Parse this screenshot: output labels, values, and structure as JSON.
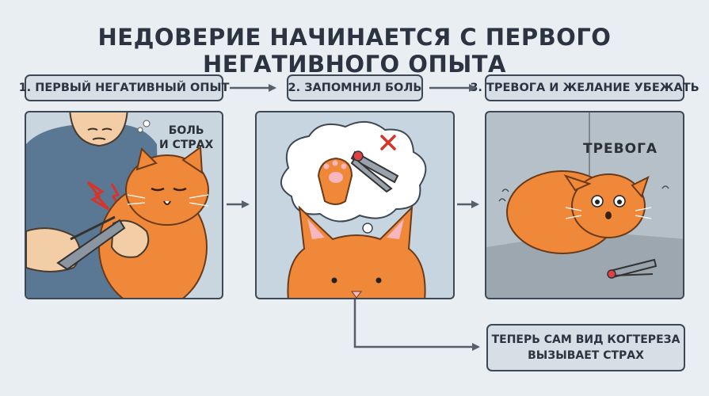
{
  "title": "НЕДОВЕРИЕ НАЧИНАЕТСЯ С ПЕРВОГО НЕГАТИВНОГО ОПЫТА",
  "steps": [
    {
      "label": "1. ПЕРВЫЙ НЕГАТИВНЫЙ ОПЫТ"
    },
    {
      "label": "2. ЗАПОМНИЛ БОЛЬ"
    },
    {
      "label": "3. ТРЕВОГА И ЖЕЛАНИЕ УБЕЖАТЬ"
    }
  ],
  "panel1": {
    "bubble_line1": "БОЛЬ",
    "bubble_line2": "И СТРАХ"
  },
  "panel3": {
    "wall_text": "ТРЕВОГА"
  },
  "result": {
    "line1": "ТЕПЕРЬ САМ ВИД КОГТЕРЕЗА",
    "line2": "ВЫЗЫВАЕТ СТРАХ"
  },
  "colors": {
    "background": "#e9eef2",
    "box_fill": "#d6dfe6",
    "outline": "#3d4854",
    "cat_orange": "#f0883a",
    "alert_red": "#d8322a"
  },
  "icons": [
    "arrow-right-icon",
    "red-x-icon",
    "lightning-icon",
    "nail-clipper-icon",
    "paw-icon"
  ]
}
